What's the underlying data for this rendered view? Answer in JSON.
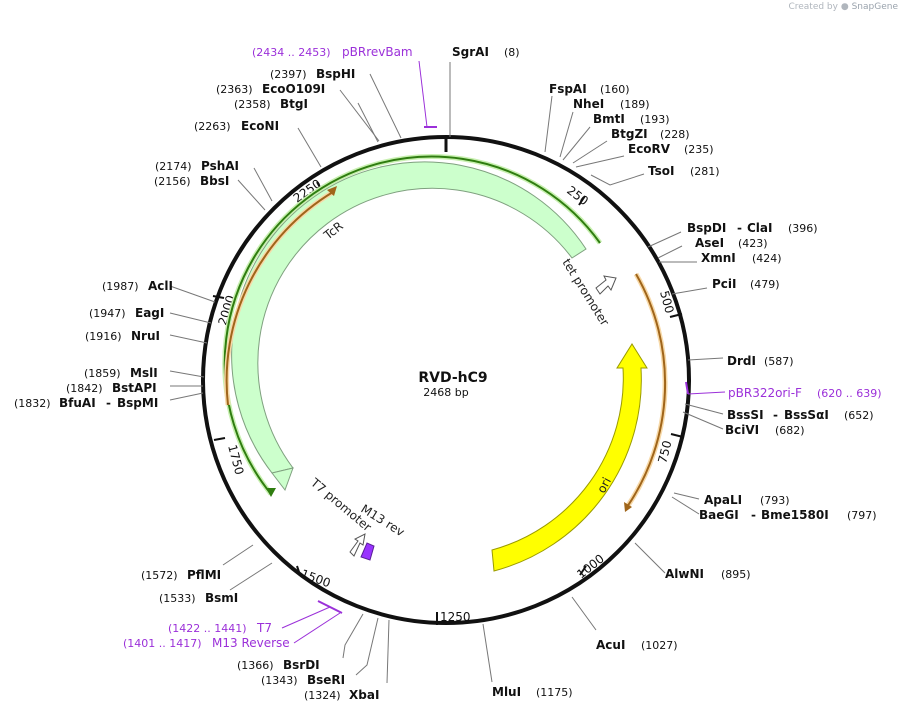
{
  "credit": {
    "prefix": "Created by",
    "brand": "SnapGene"
  },
  "plasmid": {
    "name": "RVD-hC9",
    "size_label": "2468 bp",
    "length": 2468
  },
  "ticks": [
    {
      "pos": 250,
      "label": "250"
    },
    {
      "pos": 500,
      "label": "500"
    },
    {
      "pos": 750,
      "label": "750"
    },
    {
      "pos": 1000,
      "label": "1000"
    },
    {
      "pos": 1250,
      "label": "1250"
    },
    {
      "pos": 1500,
      "label": "1500"
    },
    {
      "pos": 1750,
      "label": "1750"
    },
    {
      "pos": 2000,
      "label": "2000"
    },
    {
      "pos": 2250,
      "label": "2250"
    }
  ],
  "features": [
    {
      "name": "TcR",
      "kind": "gene",
      "color": "#ccffcc"
    },
    {
      "name": "tet promoter",
      "kind": "promoter",
      "color": "#ffffff"
    },
    {
      "name": "ori",
      "kind": "origin",
      "color": "#ffff00"
    },
    {
      "name": "T7 promoter",
      "kind": "promoter",
      "color": "#ffffff"
    },
    {
      "name": "M13 rev",
      "kind": "primer_bind",
      "color": "#9933ff"
    }
  ],
  "enzymes": [
    {
      "name": "SgrAI",
      "pos": "(8)"
    },
    {
      "name": "FspAI",
      "pos": "(160)"
    },
    {
      "name": "NheI",
      "pos": "(189)"
    },
    {
      "name": "BmtI",
      "pos": "(193)"
    },
    {
      "name": "BtgZI",
      "pos": "(228)"
    },
    {
      "name": "EcoRV",
      "pos": "(235)"
    },
    {
      "name": "TsoI",
      "pos": "(281)"
    },
    {
      "name": "BspDI",
      "name2": "ClaI",
      "pos": "(396)"
    },
    {
      "name": "AseI",
      "pos": "(423)"
    },
    {
      "name": "XmnI",
      "pos": "(424)"
    },
    {
      "name": "PciI",
      "pos": "(479)"
    },
    {
      "name": "DrdI",
      "pos": "(587)"
    },
    {
      "name": "BssSI",
      "name2": "BssSαI",
      "pos": "(652)"
    },
    {
      "name": "BciVI",
      "pos": "(682)"
    },
    {
      "name": "ApaLI",
      "pos": "(793)"
    },
    {
      "name": "BaeGI",
      "name2": "Bme1580I",
      "pos": "(797)"
    },
    {
      "name": "AlwNI",
      "pos": "(895)"
    },
    {
      "name": "AcuI",
      "pos": "(1027)"
    },
    {
      "name": "MluI",
      "pos": "(1175)"
    },
    {
      "name": "XbaI",
      "pos": "(1324)"
    },
    {
      "name": "BseRI",
      "pos": "(1343)"
    },
    {
      "name": "BsrDI",
      "pos": "(1366)"
    },
    {
      "name": "BsmI",
      "pos": "(1533)"
    },
    {
      "name": "PflMI",
      "pos": "(1572)"
    },
    {
      "name": "BfuAI",
      "name2": "BspMI",
      "pos": "(1832)"
    },
    {
      "name": "BstAPI",
      "pos": "(1842)"
    },
    {
      "name": "MslI",
      "pos": "(1859)"
    },
    {
      "name": "NruI",
      "pos": "(1916)"
    },
    {
      "name": "EagI",
      "pos": "(1947)"
    },
    {
      "name": "AclI",
      "pos": "(1987)"
    },
    {
      "name": "BbsI",
      "pos": "(2156)"
    },
    {
      "name": "PshAI",
      "pos": "(2174)"
    },
    {
      "name": "EcoNI",
      "pos": "(2263)"
    },
    {
      "name": "BtgI",
      "pos": "(2358)"
    },
    {
      "name": "EcoO109I",
      "pos": "(2363)"
    },
    {
      "name": "BspHI",
      "pos": "(2397)"
    }
  ],
  "primers": [
    {
      "name": "pBRrevBam",
      "range": "(2434 .. 2453)"
    },
    {
      "name": "pBR322ori-F",
      "range": "(620 .. 639)"
    },
    {
      "name": "T7",
      "range": "(1422 .. 1441)"
    },
    {
      "name": "M13 Reverse",
      "range": "(1401 .. 1417)"
    }
  ]
}
